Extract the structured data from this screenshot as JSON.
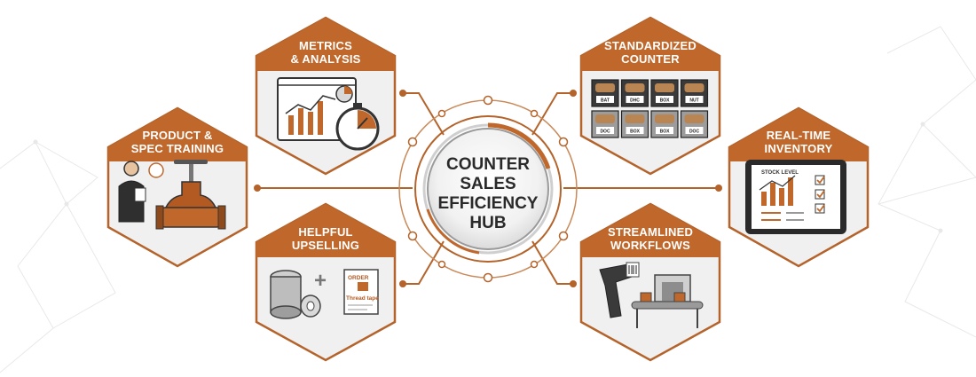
{
  "hub": {
    "lines": [
      "COUNTER",
      "SALES",
      "EFFICIENCY",
      "HUB"
    ]
  },
  "colors": {
    "accent": "#c0682b",
    "accent_dark": "#8f4a1b",
    "panel": "#f1f1f1",
    "outline": "#2b2b2b",
    "hub_ring": "#b8b8b8"
  },
  "nodes": {
    "metrics": {
      "line1": "METRICS",
      "line2": "& ANALYSIS"
    },
    "standardized": {
      "line1": "STANDARDIZED",
      "line2": "COUNTER"
    },
    "training": {
      "line1": "PRODUCT &",
      "line2": "SPEC TRAINING"
    },
    "inventory": {
      "line1": "REAL-TIME",
      "line2": "INVENTORY"
    },
    "upselling": {
      "line1": "HELPFUL",
      "line2": "UPSELLING"
    },
    "workflows": {
      "line1": "STREAMLINED",
      "line2": "WORKFLOWS"
    }
  },
  "illustrations": {
    "bin_labels_top": [
      "BAT",
      "DHC",
      "BOX",
      "NUT"
    ],
    "bin_labels_bottom": [
      "DOC",
      "BOX",
      "BOX",
      "DOC"
    ],
    "tablet_title": "STOCK LEVEL",
    "order_header": "ORDER",
    "order_item": "Thread tape",
    "icon_names": [
      "stopwatch-icon",
      "barcode-scanner-icon",
      "valve-icon",
      "tablet-icon",
      "tape-roll-icon",
      "trainer-icon"
    ]
  }
}
